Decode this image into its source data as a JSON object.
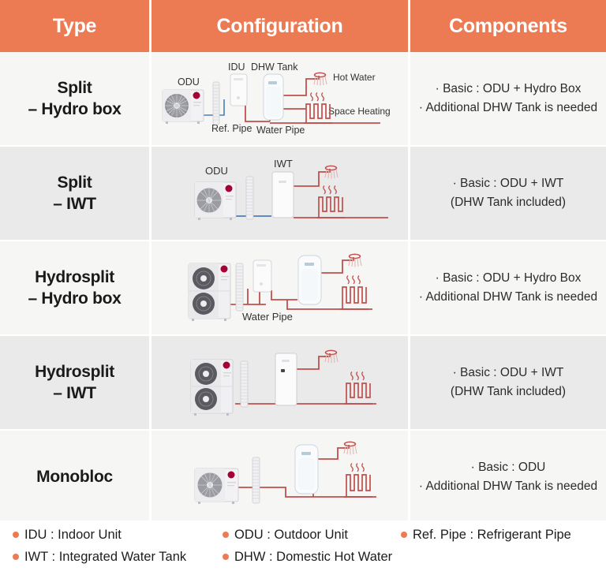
{
  "colors": {
    "header_bg": "#ec7b54",
    "header_text": "#ffffff",
    "row_light": "#f6f6f4",
    "row_dark": "#eaeaea",
    "water_pipe": "#c0504d",
    "ref_pipe": "#4a7ebb",
    "bullet": "#ec7b54",
    "body_text": "#1a1a1a"
  },
  "header": {
    "type": "Type",
    "configuration": "Configuration",
    "components": "Components"
  },
  "rows": [
    {
      "type_line1": "Split",
      "type_line2": "– Hydro box",
      "components": [
        "· Basic : ODU + Hydro Box",
        "· Additional DHW Tank is needed"
      ],
      "diagram_labels": {
        "odu": "ODU",
        "idu": "IDU",
        "tank": "DHW Tank",
        "hot_water": "Hot Water",
        "space_heating": "Space Heating",
        "ref_pipe": "Ref. Pipe",
        "water_pipe": "Water Pipe"
      }
    },
    {
      "type_line1": "Split",
      "type_line2": "– IWT",
      "components": [
        "· Basic : ODU + IWT",
        "(DHW Tank included)"
      ],
      "diagram_labels": {
        "odu": "ODU",
        "tank": "IWT"
      }
    },
    {
      "type_line1": "Hydrosplit",
      "type_line2": "– Hydro box",
      "components": [
        "· Basic : ODU + Hydro Box",
        "· Additional DHW Tank is needed"
      ],
      "diagram_labels": {
        "water_pipe": "Water Pipe"
      }
    },
    {
      "type_line1": "Hydrosplit",
      "type_line2": "– IWT",
      "components": [
        "· Basic : ODU + IWT",
        "(DHW Tank included)"
      ],
      "diagram_labels": {}
    },
    {
      "type_line1": "Monobloc",
      "type_line2": "",
      "components": [
        "· Basic : ODU",
        "· Additional DHW Tank is needed"
      ],
      "diagram_labels": {}
    }
  ],
  "legend": [
    {
      "abbr": "IDU",
      "text": "IDU : Indoor Unit"
    },
    {
      "abbr": "ODU",
      "text": "ODU : Outdoor Unit"
    },
    {
      "abbr": "Ref. Pipe",
      "text": "Ref. Pipe : Refrigerant Pipe"
    },
    {
      "abbr": "IWT",
      "text": "IWT : Integrated Water Tank"
    },
    {
      "abbr": "DHW",
      "text": "DHW : Domestic Hot Water"
    }
  ]
}
